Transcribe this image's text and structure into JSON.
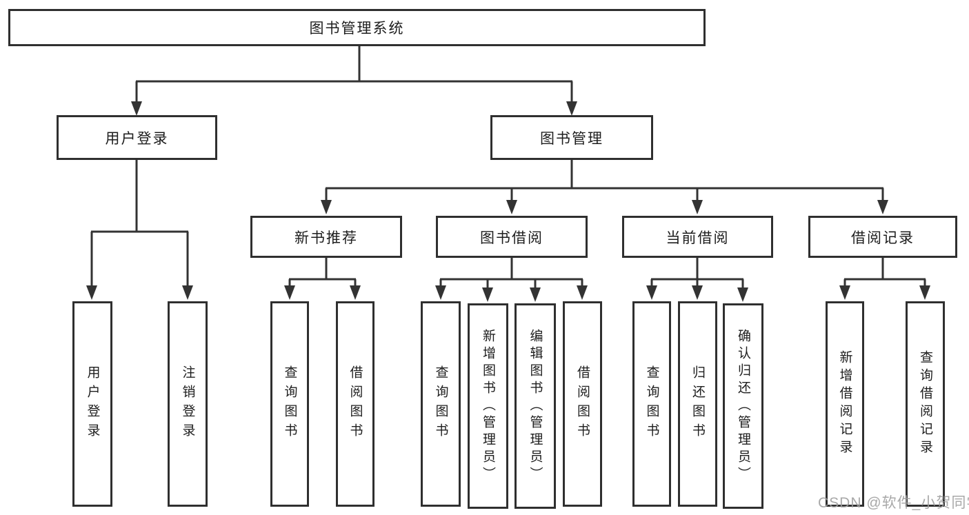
{
  "nodes": {
    "root": "图书管理系统",
    "user_login": "用户登录",
    "book_management": "图书管理",
    "new_book_recommend": "新书推荐",
    "book_borrowing": "图书借阅",
    "current_borrowing": "当前借阅",
    "borrowing_records": "借阅记录",
    "leaf_user_login": "用户登录",
    "leaf_logout": "注销登录",
    "leaf_query_books_recommend": "查询图书",
    "leaf_borrow_books_recommend": "借阅图书",
    "leaf_query_books_borrowing": "查询图书",
    "leaf_add_books_admin": "新增图书（管理员）",
    "leaf_edit_books_admin": "编辑图书（管理员）",
    "leaf_borrow_books_borrowing": "借阅图书",
    "leaf_query_books_current": "查询图书",
    "leaf_return_books": "归还图书",
    "leaf_confirm_return_admin": "确认归还（管理员）",
    "leaf_add_borrow_record": "新增借阅记录",
    "leaf_query_borrow_record": "查询借阅记录"
  },
  "hierarchy": {
    "图书管理系统": {
      "用户登录": [
        "用户登录",
        "注销登录"
      ],
      "图书管理": {
        "新书推荐": [
          "查询图书",
          "借阅图书"
        ],
        "图书借阅": [
          "查询图书",
          "新增图书（管理员）",
          "编辑图书（管理员）",
          "借阅图书"
        ],
        "当前借阅": [
          "查询图书",
          "归还图书",
          "确认归还（管理员）"
        ],
        "借阅记录": [
          "新增借阅记录",
          "查询借阅记录"
        ]
      }
    }
  },
  "watermark": "CSDN @软件_小贺同学",
  "colors": {
    "line": "#333333",
    "box_border": "#2f2f2f",
    "text": "#1d1d1d",
    "watermark": "#9e9e9e",
    "background": "#ffffff"
  }
}
